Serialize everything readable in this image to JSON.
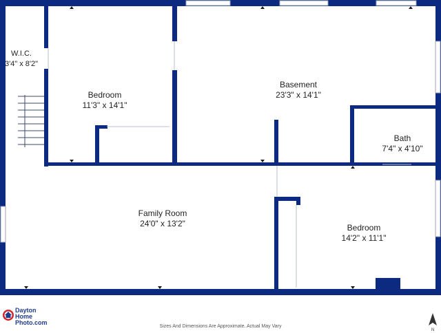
{
  "rooms": {
    "wic": {
      "name": "W.I.C.",
      "dims": "3'4\" x 8'2\""
    },
    "bedroom_nw": {
      "name": "Bedroom",
      "dims": "11'3\" x 14'1\""
    },
    "basement": {
      "name": "Basement",
      "dims": "23'3\" x 14'1\""
    },
    "bath": {
      "name": "Bath",
      "dims": "7'4\" x 4'10\""
    },
    "family_room": {
      "name": "Family Room",
      "dims": "24'0\" x 13'2\""
    },
    "bedroom_se": {
      "name": "Bedroom",
      "dims": "14'2\" x 11'1\""
    }
  },
  "footer": {
    "logo_line1": "Dayton",
    "logo_line2": "Home",
    "logo_line3": "Photo.com",
    "disclaimer": "Sizes And Dimensions Are Approximate. Actual May Vary",
    "compass_letter": "N"
  },
  "colors": {
    "wall": "#0b2a80",
    "window": "#9aa3b5",
    "logo_red": "#d0262f",
    "logo_blue": "#1e3c8c"
  }
}
